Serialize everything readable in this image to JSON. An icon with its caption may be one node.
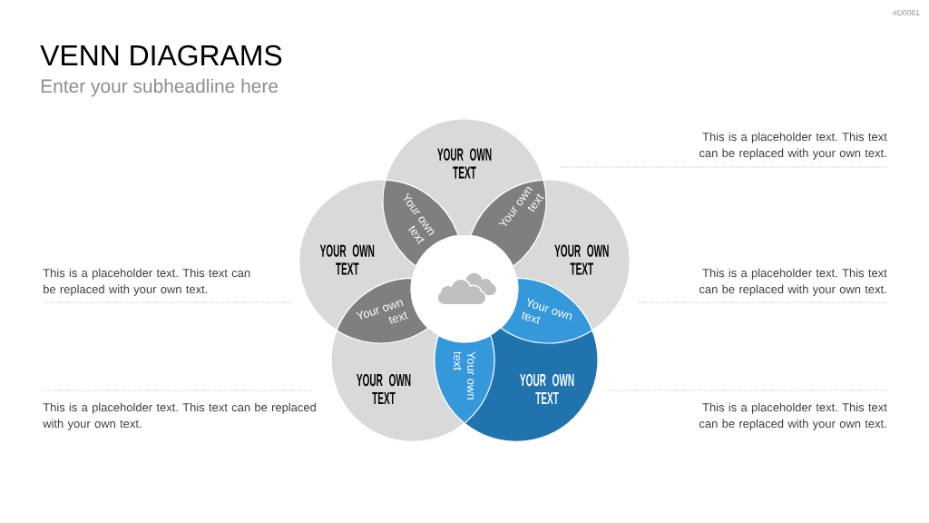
{
  "diagram": {
    "title": "VENN DIAGRAMS",
    "nodes": [
      {
        "text": [
          "YOUR OWN TEXT"
        ]
      },
      {
        "text": [
          "Your own text"
        ]
      },
      {
        "text": [
          "Your own text"
        ]
      },
      {
        "text": [
          "YOUR OWN TEXT"
        ]
      },
      {
        "text": [
          "YOUR OWN TEXT"
        ]
      },
      {
        "text": [],
        "shape": "circle"
      },
      {
        "text": [
          "Your own text"
        ]
      },
      {
        "text": [
          "Your own text"
        ]
      },
      {
        "text": [
          "Your own text"
        ]
      },
      {
        "text": [
          "YOUR OWN TEXT"
        ]
      },
      {
        "text": [
          "YOUR OWN TEXT"
        ]
      }
    ],
    "labels": [
      "#D0061",
      "Enter your subheadline here",
      "This is a placeholder text. This text can be replaced with your own text.",
      "This is a placeholder text. This text can be replaced with your own text.",
      "This is a placeholder text. This text can be replaced with your own text.",
      "This is a placeholder text. This text can be replaced with your own text.",
      "This is a placeholder text. This text can be replaced with your own text."
    ]
  }
}
